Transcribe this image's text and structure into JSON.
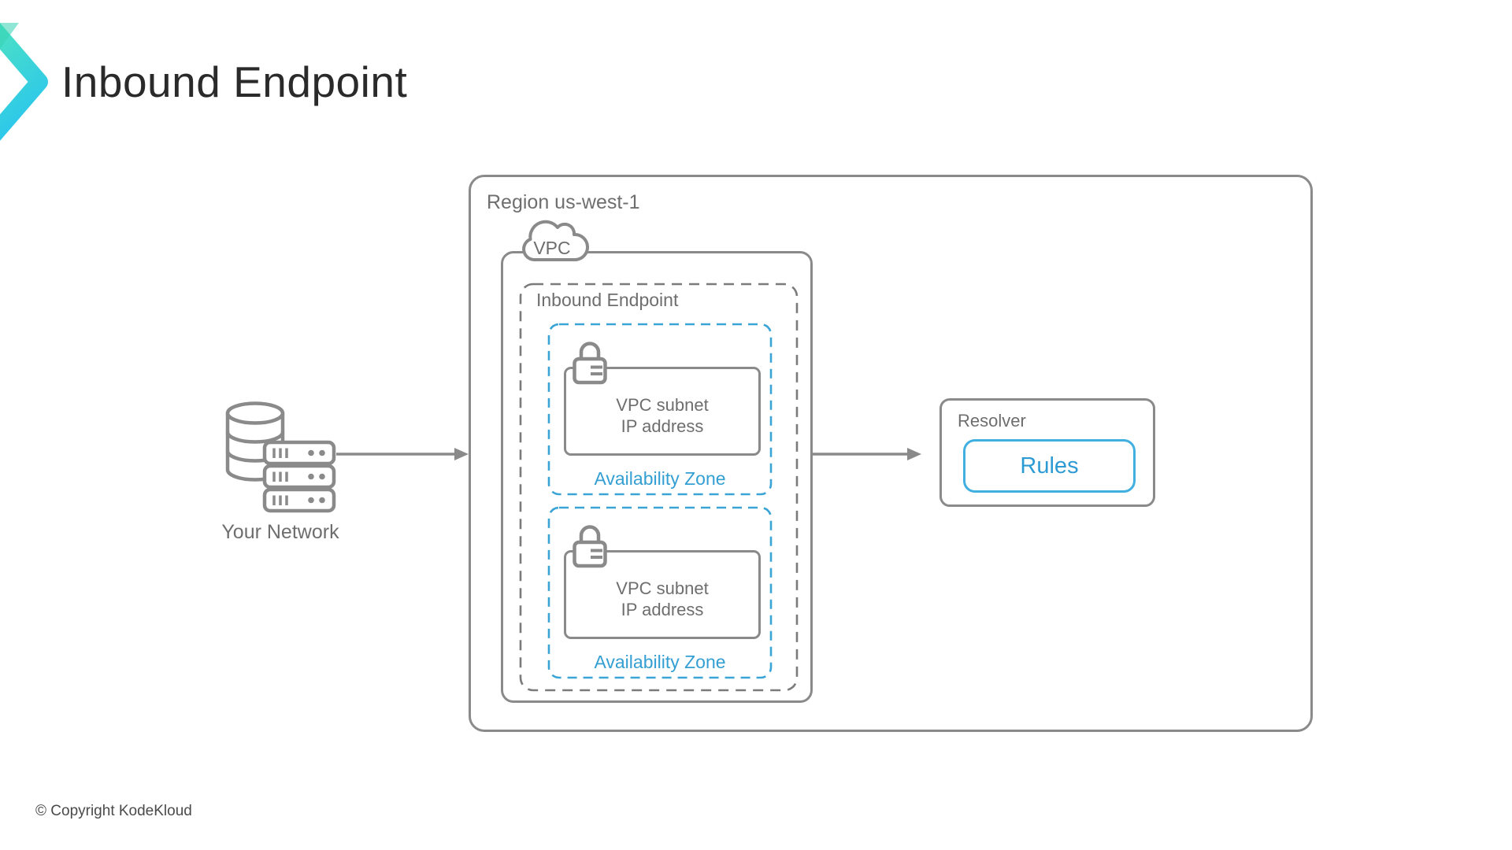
{
  "header": {
    "title": "Inbound Endpoint",
    "logo": "kodekloud-chevron-logo"
  },
  "diagram": {
    "your_network": {
      "label": "Your Network",
      "icon": "server-stack-database-icon"
    },
    "region": {
      "label": "Region us-west-1"
    },
    "vpc": {
      "label": "VPC",
      "icon": "cloud-icon"
    },
    "inbound_endpoint": {
      "label": "Inbound Endpoint"
    },
    "availability_zones": [
      {
        "label": "Availability Zone",
        "subnet_line1": "VPC subnet",
        "subnet_line2": "IP address",
        "icon": "lock-icon"
      },
      {
        "label": "Availability Zone",
        "subnet_line1": "VPC subnet",
        "subnet_line2": "IP address",
        "icon": "lock-icon"
      }
    ],
    "resolver": {
      "label": "Resolver",
      "rules_label": "Rules"
    }
  },
  "footer": {
    "copyright": "© Copyright KodeKloud"
  },
  "colors": {
    "logo_teal": "#4fe3c1",
    "logo_cyan": "#2cc7ec",
    "border_gray": "#8a8a8a",
    "dashed_gray": "#7b7b7b",
    "az_dash_blue": "#3aa4d6",
    "az_text_blue": "#339fd2",
    "rules_border_blue": "#41b0e0",
    "rules_text_blue": "#2d9bd3",
    "label_gray": "#6e6e6e",
    "title_dark": "#2a2a2a"
  }
}
